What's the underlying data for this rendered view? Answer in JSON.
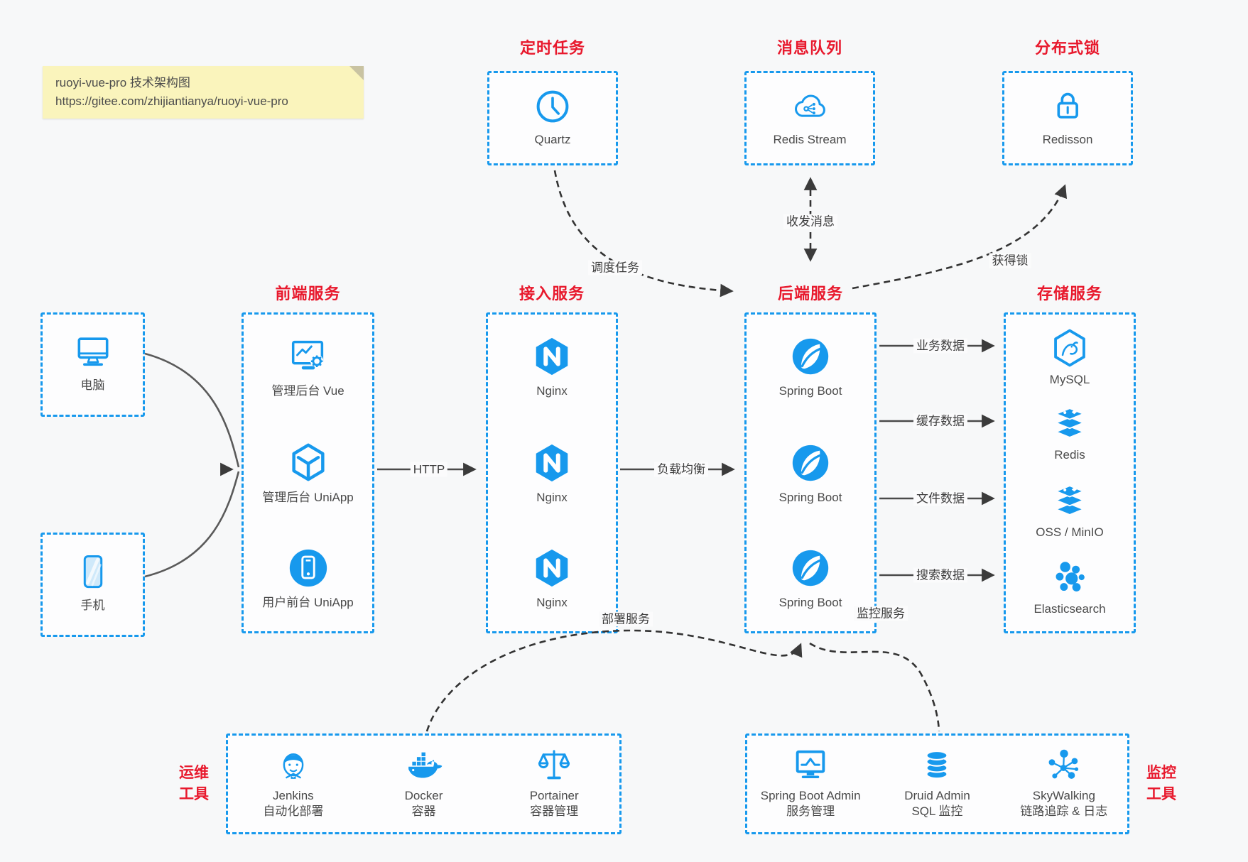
{
  "note": {
    "line1": "ruoyi-vue-pro 技术架构图",
    "line2": "https://gitee.com/zhijiantianya/ruoyi-vue-pro"
  },
  "colors": {
    "accent_blue": "#1799ed",
    "title_red": "#e8192d",
    "note_bg": "#faf4bc",
    "canvas_bg": "#f7f8f9",
    "arrow_dark": "#3f3f3f"
  },
  "top_services": [
    {
      "title": "定时任务",
      "item": {
        "label": "Quartz",
        "icon": "clock-icon"
      }
    },
    {
      "title": "消息队列",
      "item": {
        "label": "Redis Stream",
        "icon": "cloud-share-icon"
      }
    },
    {
      "title": "分布式锁",
      "item": {
        "label": "Redisson",
        "icon": "lock-icon"
      }
    }
  ],
  "clients": [
    {
      "label": "电脑",
      "icon": "desktop-icon"
    },
    {
      "label": "手机",
      "icon": "mobile-icon"
    }
  ],
  "columns": [
    {
      "title": "前端服务",
      "items": [
        {
          "label": "管理后台 Vue",
          "icon": "admin-dashboard-icon"
        },
        {
          "label": "管理后台 UniApp",
          "icon": "uniapp-cube-icon"
        },
        {
          "label": "用户前台 UniApp",
          "icon": "user-app-icon"
        }
      ]
    },
    {
      "title": "接入服务",
      "items": [
        {
          "label": "Nginx",
          "icon": "nginx-icon"
        },
        {
          "label": "Nginx",
          "icon": "nginx-icon"
        },
        {
          "label": "Nginx",
          "icon": "nginx-icon"
        }
      ]
    },
    {
      "title": "后端服务",
      "items": [
        {
          "label": "Spring Boot",
          "icon": "spring-boot-icon"
        },
        {
          "label": "Spring Boot",
          "icon": "spring-boot-icon"
        },
        {
          "label": "Spring Boot",
          "icon": "spring-boot-icon"
        }
      ]
    },
    {
      "title": "存储服务",
      "items": [
        {
          "label": "MySQL",
          "icon": "mysql-icon"
        },
        {
          "label": "Redis",
          "icon": "redis-stack-icon"
        },
        {
          "label": "OSS / MinIO",
          "icon": "oss-stack-icon"
        },
        {
          "label": "Elasticsearch",
          "icon": "elasticsearch-icon"
        }
      ]
    }
  ],
  "bottom_groups": [
    {
      "title_lines": [
        "运维",
        "工具"
      ],
      "items": [
        {
          "name": "Jenkins",
          "desc": "自动化部署",
          "icon": "jenkins-icon"
        },
        {
          "name": "Docker",
          "desc": "容器",
          "icon": "docker-icon"
        },
        {
          "name": "Portainer",
          "desc": "容器管理",
          "icon": "portainer-icon"
        }
      ]
    },
    {
      "title_lines": [
        "监控",
        "工具"
      ],
      "items": [
        {
          "name": "Spring Boot Admin",
          "desc": "服务管理",
          "icon": "spring-boot-admin-icon"
        },
        {
          "name": "Druid Admin",
          "desc": "SQL 监控",
          "icon": "druid-icon"
        },
        {
          "name": "SkyWalking",
          "desc": "链路追踪 & 日志",
          "icon": "skywalking-icon"
        }
      ]
    }
  ],
  "edges": {
    "http": "HTTP",
    "load_balance": "负载均衡",
    "business": "业务数据",
    "cache": "缓存数据",
    "file": "文件数据",
    "search": "搜索数据",
    "schedule": "调度任务",
    "message": "收发消息",
    "lock": "获得锁",
    "deploy": "部署服务",
    "monitor": "监控服务"
  }
}
